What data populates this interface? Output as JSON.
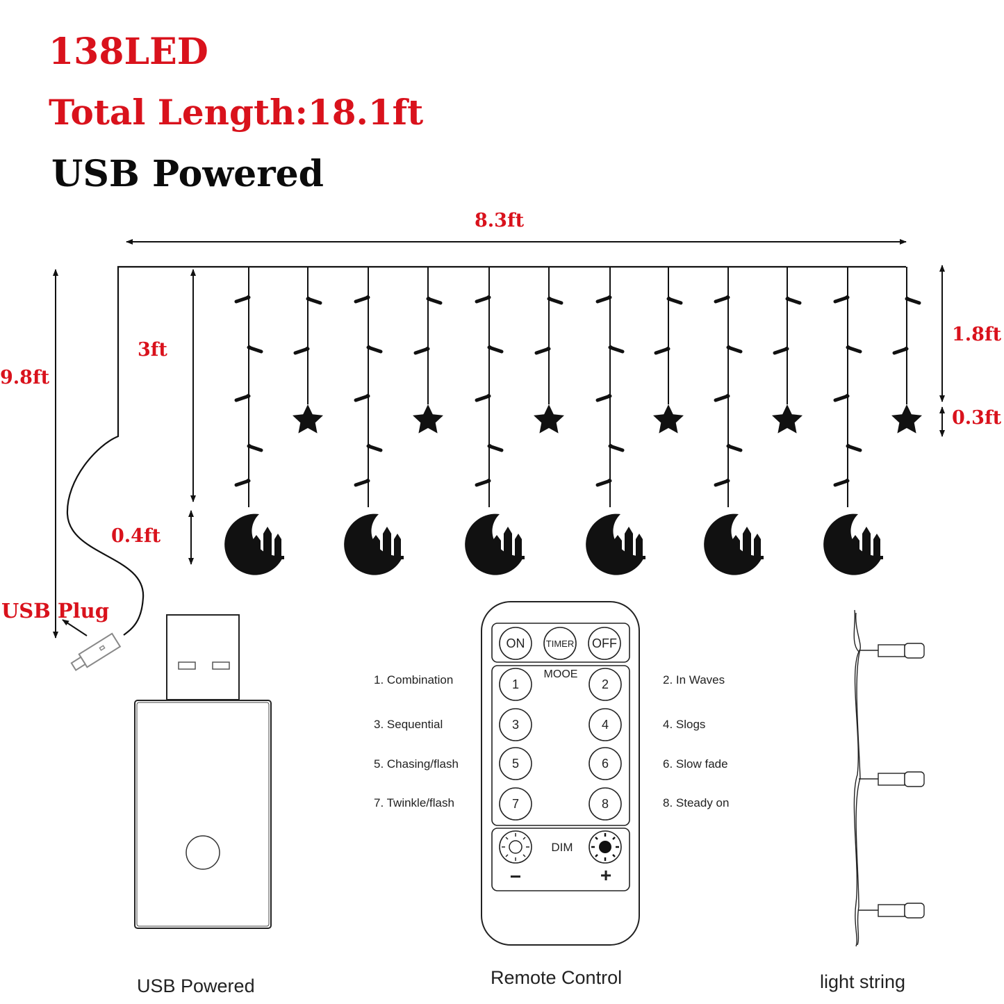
{
  "headings": {
    "led_count": "138LED",
    "total_length": "Total Length:18.1ft",
    "power": "USB Powered"
  },
  "dimensions": {
    "width": "8.3ft",
    "total_height": "9.8ft",
    "drop_length": "3ft",
    "short_drop": "1.8ft",
    "star_size": "0.3ft",
    "moon_size": "0.4ft",
    "usb_plug": "USB Plug"
  },
  "remote": {
    "on": "ON",
    "timer": "TIMER",
    "off": "OFF",
    "mode_title": "MOOE",
    "keys": [
      "1",
      "2",
      "3",
      "4",
      "5",
      "6",
      "7",
      "8"
    ],
    "dim": "DIM",
    "minus": "−",
    "plus": "+"
  },
  "modes": [
    "1.  Combination",
    "2.  In Waves",
    "3.  Sequential",
    "4.  Slogs",
    "5.  Chasing/flash",
    "6.  Slow fade",
    "7.  Twinkle/flash",
    "8.  Steady on"
  ],
  "captions": {
    "usb": "USB Powered",
    "remote": "Remote Control",
    "string": "light string"
  },
  "colors": {
    "accent": "#d9121c",
    "ink": "#111111"
  }
}
